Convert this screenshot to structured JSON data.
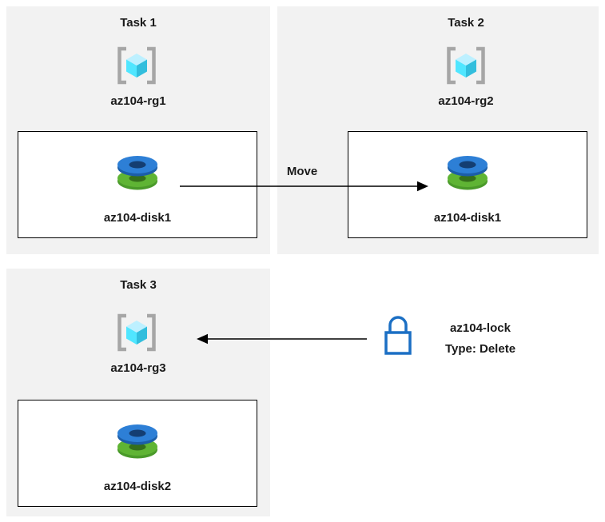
{
  "tasks": {
    "task1": {
      "title": "Task 1",
      "resource_group": "az104-rg1",
      "disk": "az104-disk1"
    },
    "task2": {
      "title": "Task 2",
      "resource_group": "az104-rg2",
      "disk": "az104-disk1"
    },
    "task3": {
      "title": "Task 3",
      "resource_group": "az104-rg3",
      "disk": "az104-disk2"
    }
  },
  "move_arrow": {
    "label": "Move"
  },
  "lock": {
    "name": "az104-lock",
    "type_line": "Type: Delete"
  },
  "icons": {
    "resource_group": "azure-resource-group-icon",
    "disk": "azure-managed-disk-icon",
    "lock": "lock-icon"
  },
  "colors": {
    "panel_bg": "#f2f2f2",
    "box_border": "#000000",
    "text": "#1a1a1a",
    "cube_top": "#bdf0ff",
    "cube_left": "#50e6ff",
    "cube_right": "#32bedd",
    "bracket_gray": "#a6a6a6",
    "disk_blue": "#2d7fd6",
    "disk_blue_dark": "#143e72",
    "disk_green": "#5fb434",
    "disk_green_dark": "#356f1b",
    "lock_blue": "#1b6fc4",
    "arrow": "#000000"
  }
}
